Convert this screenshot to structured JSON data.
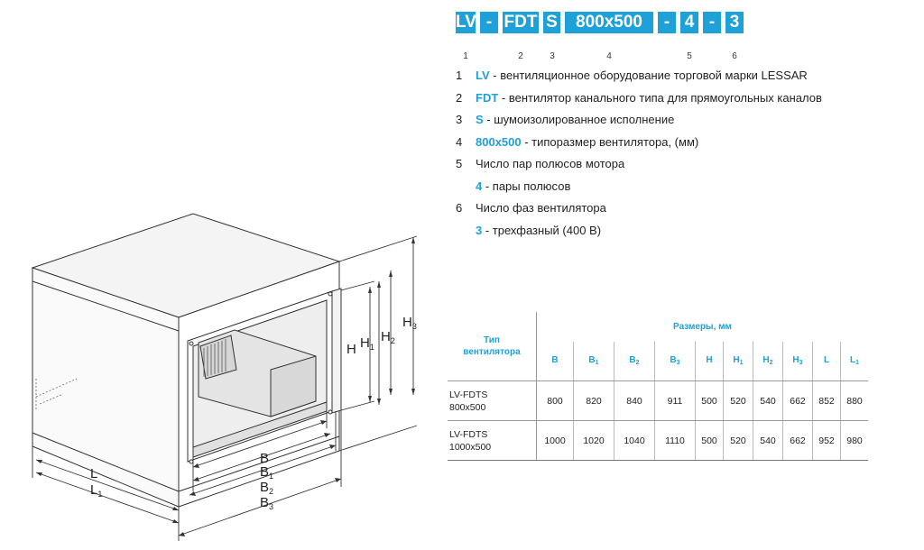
{
  "code_parts": [
    {
      "text": "LV",
      "num": "1"
    },
    {
      "text": "-",
      "num": ""
    },
    {
      "text": "FDT",
      "num": "2"
    },
    {
      "text": "S",
      "num": "3"
    },
    {
      "text": "800x500",
      "num": "4"
    },
    {
      "text": "-",
      "num": ""
    },
    {
      "text": "4",
      "num": "5"
    },
    {
      "text": "-",
      "num": ""
    },
    {
      "text": "3",
      "num": "6"
    }
  ],
  "legend": [
    {
      "num": "1",
      "key": "LV",
      "text": " - вентиляционное оборудование торговой марки LESSAR"
    },
    {
      "num": "2",
      "key": "FDT",
      "text": " - вентилятор канального типа для прямоугольных каналов"
    },
    {
      "num": "3",
      "key": "S",
      "text": " - шумоизолированное исполнение"
    },
    {
      "num": "4",
      "key": "800x500",
      "text": " - типоразмер вентилятора, (мм)"
    },
    {
      "num": "5",
      "key": "",
      "text": "Число пар полюсов мотора"
    },
    {
      "num": "",
      "key": "4",
      "text": " - пары полюсов"
    },
    {
      "num": "6",
      "key": "",
      "text": "Число фаз вентилятора"
    },
    {
      "num": "",
      "key": "3",
      "text": " - трехфазный (400 В)"
    }
  ],
  "table": {
    "type_header_1": "Тип",
    "type_header_2": "вентилятора",
    "group_header": "Размеры, мм",
    "columns": [
      {
        "base": "B",
        "sub": ""
      },
      {
        "base": "B",
        "sub": "1"
      },
      {
        "base": "B",
        "sub": "2"
      },
      {
        "base": "B",
        "sub": "3"
      },
      {
        "base": "H",
        "sub": ""
      },
      {
        "base": "H",
        "sub": "1"
      },
      {
        "base": "H",
        "sub": "2"
      },
      {
        "base": "H",
        "sub": "3"
      },
      {
        "base": "L",
        "sub": ""
      },
      {
        "base": "L",
        "sub": "1"
      }
    ],
    "rows": [
      {
        "type_1": "LV-FDTS",
        "type_2": "800x500",
        "values": [
          "800",
          "820",
          "840",
          "911",
          "500",
          "520",
          "540",
          "662",
          "852",
          "880"
        ]
      },
      {
        "type_1": "LV-FDTS",
        "type_2": "1000x500",
        "values": [
          "1000",
          "1020",
          "1040",
          "1110",
          "500",
          "520",
          "540",
          "662",
          "952",
          "980"
        ]
      }
    ]
  },
  "dimension_labels": {
    "L": {
      "base": "L",
      "sub": ""
    },
    "L1": {
      "base": "L",
      "sub": "1"
    },
    "B": {
      "base": "B",
      "sub": ""
    },
    "B1": {
      "base": "B",
      "sub": "1"
    },
    "B2": {
      "base": "B",
      "sub": "2"
    },
    "B3": {
      "base": "B",
      "sub": "3"
    },
    "H": {
      "base": "H",
      "sub": ""
    },
    "H1": {
      "base": "H",
      "sub": "1"
    },
    "H2": {
      "base": "H",
      "sub": "2"
    },
    "H3": {
      "base": "H",
      "sub": "3"
    }
  },
  "colors": {
    "accent": "#1ea0d8",
    "line": "#333333",
    "fill_top": "#f2f2f2",
    "fill_side": "#e8e8e8"
  }
}
